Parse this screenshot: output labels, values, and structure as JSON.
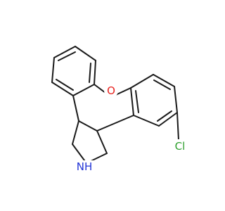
{
  "colors": {
    "bond": "#1a1a1a",
    "oxygen": "#e8231f",
    "nitrogen": "#2234d6",
    "chlorine": "#2ea02e"
  },
  "atoms": {
    "oxygen": "O",
    "nitrogen": "NH",
    "chlorine": "Cl"
  }
}
